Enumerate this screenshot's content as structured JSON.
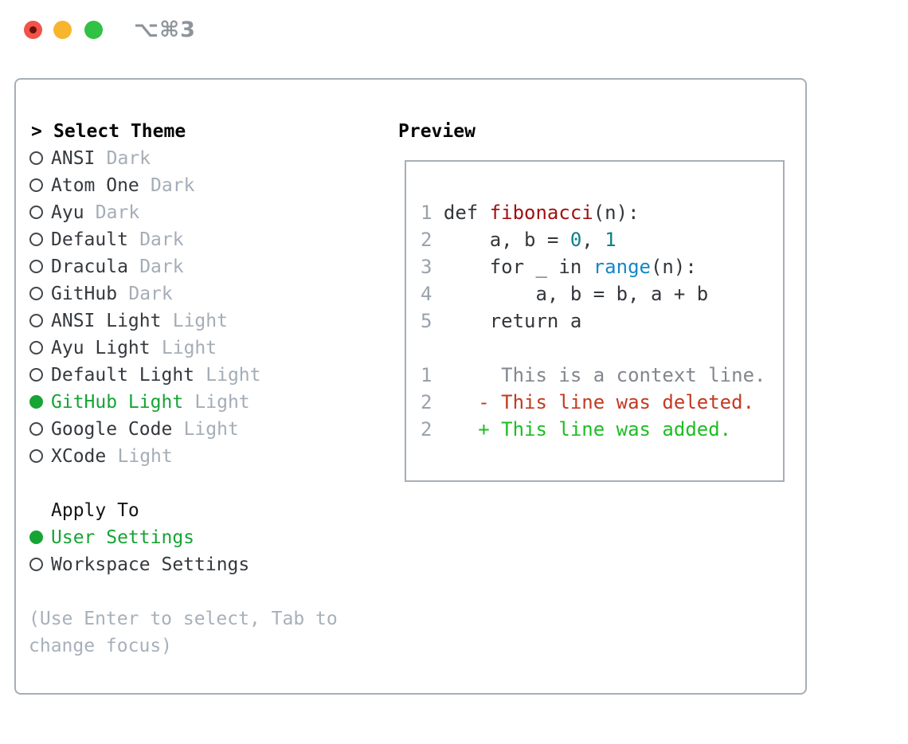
{
  "window": {
    "shortcut": "⌥⌘3"
  },
  "theme_panel": {
    "header_prefix": ">",
    "header_label": "Select Theme",
    "themes": [
      {
        "name": "ANSI",
        "variant": "Dark",
        "selected": false
      },
      {
        "name": "Atom One",
        "variant": "Dark",
        "selected": false
      },
      {
        "name": "Ayu",
        "variant": "Dark",
        "selected": false
      },
      {
        "name": "Default",
        "variant": "Dark",
        "selected": false
      },
      {
        "name": "Dracula",
        "variant": "Dark",
        "selected": false
      },
      {
        "name": "GitHub",
        "variant": "Dark",
        "selected": false
      },
      {
        "name": "ANSI Light",
        "variant": "Light",
        "selected": false
      },
      {
        "name": "Ayu Light",
        "variant": "Light",
        "selected": false
      },
      {
        "name": "Default Light",
        "variant": "Light",
        "selected": false
      },
      {
        "name": "GitHub Light",
        "variant": "Light",
        "selected": true
      },
      {
        "name": "Google Code",
        "variant": "Light",
        "selected": false
      },
      {
        "name": "XCode",
        "variant": "Light",
        "selected": false
      }
    ],
    "apply_to_label": "Apply To",
    "apply_options": [
      {
        "name": "User Settings",
        "selected": true
      },
      {
        "name": "Workspace Settings",
        "selected": false
      }
    ],
    "help_lines": [
      "(Use Enter to select, Tab to",
      "change focus)"
    ]
  },
  "preview": {
    "title": "Preview",
    "lines": [
      {
        "num": "1",
        "tokens": [
          {
            "t": "def ",
            "c": "code"
          },
          {
            "t": "fibonacci",
            "c": "func"
          },
          {
            "t": "(n):",
            "c": "code"
          }
        ]
      },
      {
        "num": "2",
        "tokens": [
          {
            "t": "    a, b = ",
            "c": "code"
          },
          {
            "t": "0",
            "c": "num"
          },
          {
            "t": ", ",
            "c": "code"
          },
          {
            "t": "1",
            "c": "num"
          }
        ]
      },
      {
        "num": "3",
        "tokens": [
          {
            "t": "    for _ in ",
            "c": "code"
          },
          {
            "t": "range",
            "c": "builtin"
          },
          {
            "t": "(n):",
            "c": "code"
          }
        ]
      },
      {
        "num": "4",
        "tokens": [
          {
            "t": "        a, b = b, a + b",
            "c": "code"
          }
        ]
      },
      {
        "num": "5",
        "tokens": [
          {
            "t": "    return a",
            "c": "code"
          }
        ]
      },
      {
        "num": "",
        "tokens": []
      },
      {
        "num": "1",
        "tokens": [
          {
            "t": "     This is a context line.",
            "c": "ctx"
          }
        ]
      },
      {
        "num": "2",
        "tokens": [
          {
            "t": "   - This line was deleted.",
            "c": "del"
          }
        ]
      },
      {
        "num": "2",
        "tokens": [
          {
            "t": "   + This line was added.",
            "c": "add"
          }
        ]
      }
    ]
  },
  "colors": {
    "accent_green": "#16a434",
    "added_green": "#1dbe24",
    "deleted_red": "#c33a22",
    "function_red": "#a01111",
    "number_teal": "#0e7f87",
    "builtin_blue": "#1288c8",
    "context_gray": "#82878d",
    "linenum_gray": "#99a2ac",
    "text_dark": "#35393e",
    "code_dark": "#33373c",
    "muted_gray": "#a4adb7",
    "help_gray": "#a7b0ba",
    "border_gray": "#a6aeb7",
    "shortcut_gray": "#8e949b"
  }
}
